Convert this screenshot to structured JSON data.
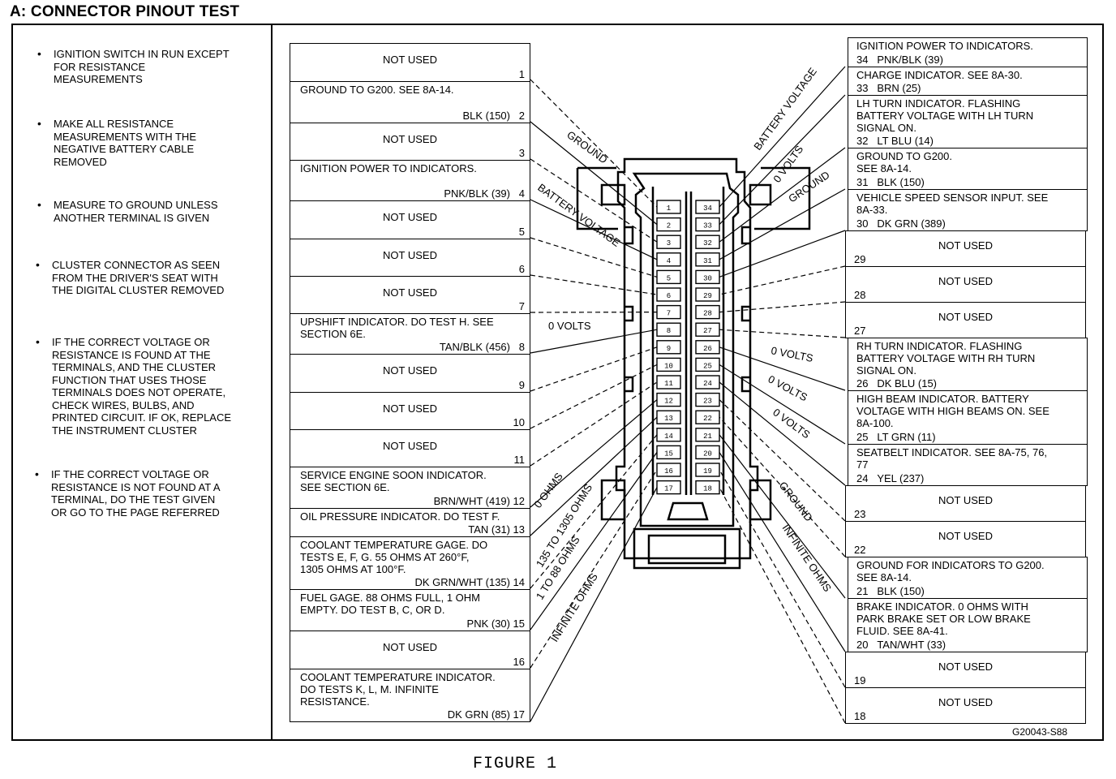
{
  "title": "A: CONNECTOR PINOUT TEST",
  "notes": [
    "IGNITION SWITCH IN RUN EXCEPT\nFOR RESISTANCE\nMEASUREMENTS",
    "MAKE ALL RESISTANCE\nMEASUREMENTS WITH THE\nNEGATIVE BATTERY CABLE\nREMOVED",
    "MEASURE TO GROUND UNLESS\nANOTHER TERMINAL IS GIVEN",
    "CLUSTER CONNECTOR AS SEEN\nFROM THE DRIVER'S SEAT WITH\nTHE DIGITAL CLUSTER REMOVED",
    "IF THE CORRECT VOLTAGE OR\nRESISTANCE IS FOUND AT THE\nTERMINALS, AND THE CLUSTER\nFUNCTION THAT USES THOSE\nTERMINALS DOES NOT OPERATE,\nCHECK WIRES, BULBS, AND\nPRINTED CIRCUIT. IF OK, REPLACE\nTHE INSTRUMENT CLUSTER",
    "IF THE CORRECT VOLTAGE OR\nRESISTANCE IS NOT FOUND AT A\nTERMINAL, DO THE TEST GIVEN\nOR GO TO THE PAGE REFERRED"
  ],
  "bullet": "•",
  "left_pins": [
    {
      "num": "1",
      "title": "NOT USED",
      "wire": ""
    },
    {
      "num": "2",
      "title": "GROUND TO G200. SEE 8A-14.",
      "wire": "BLK (150)"
    },
    {
      "num": "3",
      "title": "NOT USED",
      "wire": ""
    },
    {
      "num": "4",
      "title": "IGNITION POWER TO INDICATORS.",
      "wire": "PNK/BLK (39)"
    },
    {
      "num": "5",
      "title": "NOT USED",
      "wire": ""
    },
    {
      "num": "6",
      "title": "NOT USED",
      "wire": ""
    },
    {
      "num": "7",
      "title": "NOT USED",
      "wire": ""
    },
    {
      "num": "8",
      "title": "UPSHIFT INDICATOR. DO TEST H. SEE\nSECTION 6E.",
      "wire": "TAN/BLK (456)"
    },
    {
      "num": "9",
      "title": "NOT USED",
      "wire": ""
    },
    {
      "num": "10",
      "title": "NOT USED",
      "wire": ""
    },
    {
      "num": "11",
      "title": "NOT USED",
      "wire": ""
    },
    {
      "num": "12",
      "title": "SERVICE ENGINE SOON INDICATOR.\nSEE SECTION 6E.",
      "wire": "BRN/WHT (419)"
    },
    {
      "num": "13",
      "title": "OIL PRESSURE INDICATOR. DO TEST F.",
      "wire": "TAN (31)"
    },
    {
      "num": "14",
      "title": "COOLANT TEMPERATURE GAGE. DO\nTESTS E, F, G. 55 OHMS AT 260°F,\n1305 OHMS AT 100°F.",
      "wire": "DK GRN/WHT (135)"
    },
    {
      "num": "15",
      "title": "FUEL GAGE. 88 OHMS FULL, 1 OHM\nEMPTY. DO TEST B, C, OR D.",
      "wire": "PNK (30)"
    },
    {
      "num": "16",
      "title": "NOT USED",
      "wire": ""
    },
    {
      "num": "17",
      "title": "COOLANT TEMPERATURE INDICATOR.\nDO TESTS K, L, M. INFINITE\nRESISTANCE.",
      "wire": "DK GRN (85)"
    }
  ],
  "right_pins": [
    {
      "num": "34",
      "title": "IGNITION POWER TO INDICATORS.",
      "wire": "PNK/BLK (39)"
    },
    {
      "num": "33",
      "title": "CHARGE INDICATOR. SEE 8A-30.",
      "wire": "BRN (25)"
    },
    {
      "num": "32",
      "title": "LH TURN INDICATOR. FLASHING\nBATTERY VOLTAGE WITH LH TURN\nSIGNAL ON.",
      "wire": "LT BLU (14)"
    },
    {
      "num": "31",
      "title": "GROUND TO G200.\nSEE 8A-14.",
      "wire": "BLK (150)"
    },
    {
      "num": "30",
      "title": "VEHICLE SPEED SENSOR INPUT. SEE\n8A-33.",
      "wire": "DK GRN (389)"
    },
    {
      "num": "29",
      "title": "NOT USED",
      "wire": ""
    },
    {
      "num": "28",
      "title": "NOT USED",
      "wire": ""
    },
    {
      "num": "27",
      "title": "NOT USED",
      "wire": ""
    },
    {
      "num": "26",
      "title": "RH TURN INDICATOR. FLASHING\nBATTERY VOLTAGE WITH RH TURN\nSIGNAL ON.",
      "wire": "DK BLU (15)"
    },
    {
      "num": "25",
      "title": "HIGH BEAM INDICATOR. BATTERY\nVOLTAGE WITH HIGH BEAMS ON. SEE\n8A-100.",
      "wire": "LT GRN (11)"
    },
    {
      "num": "24",
      "title": "SEATBELT INDICATOR. SEE 8A-75, 76,\n77",
      "wire": "YEL (237)"
    },
    {
      "num": "23",
      "title": "NOT USED",
      "wire": ""
    },
    {
      "num": "22",
      "title": "NOT USED",
      "wire": ""
    },
    {
      "num": "21",
      "title": "GROUND FOR INDICATORS TO G200.\nSEE 8A-14.",
      "wire": "BLK (150)"
    },
    {
      "num": "20",
      "title": "BRAKE INDICATOR. 0 OHMS WITH\nPARK BRAKE SET OR LOW BRAKE\nFLUID. SEE 8A-41.",
      "wire": "TAN/WHT (33)"
    },
    {
      "num": "19",
      "title": "NOT USED",
      "wire": ""
    },
    {
      "num": "18",
      "title": "NOT USED",
      "wire": ""
    }
  ],
  "connector": {
    "left_column": [
      "1",
      "2",
      "3",
      "4",
      "5",
      "6",
      "7",
      "8",
      "9",
      "10",
      "11",
      "12",
      "13",
      "14",
      "15",
      "16",
      "17"
    ],
    "right_column": [
      "34",
      "33",
      "32",
      "31",
      "30",
      "29",
      "28",
      "27",
      "26",
      "25",
      "24",
      "23",
      "22",
      "21",
      "20",
      "19",
      "18"
    ]
  },
  "measurements": {
    "ground_2": "GROUND",
    "battery_4": "BATTERY VOLTAGE",
    "volts_8": "0 VOLTS",
    "ohms_12": "0 OHMS",
    "ohms_13": "135 TO 1305 OHMS",
    "ohms_15": "1 TO 88 OHMS",
    "infinite_17": "INFINITE OHMS",
    "battery_34": "BATTERY VOLTAGE",
    "volts_32": "0 VOLTS",
    "ground_31": "GROUND",
    "volts_26": "0 VOLTS",
    "volts_25": "0 VOLTS",
    "volts_24": "0 VOLTS",
    "ground_21": "GROUND",
    "infinite_20": "INFINITE OHMS"
  },
  "figure_code": "G20043-S88",
  "caption": "FIGURE 1"
}
